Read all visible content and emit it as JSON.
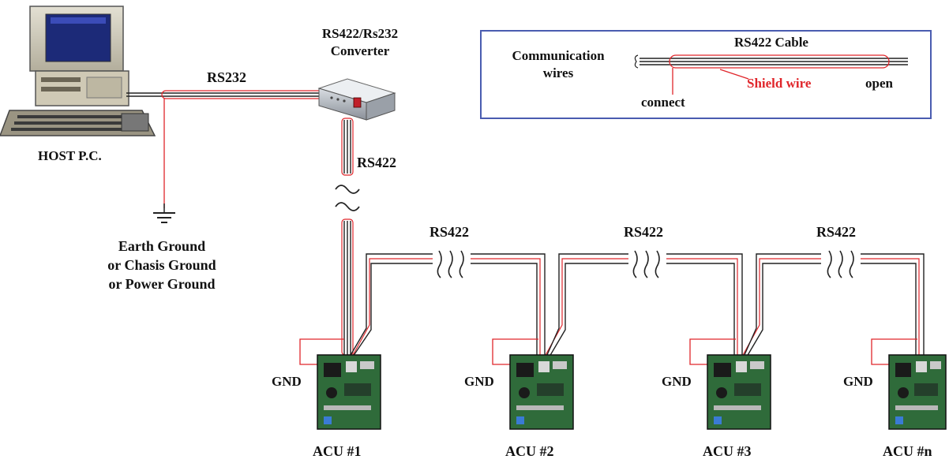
{
  "host": {
    "label": "HOST P.C."
  },
  "converter": {
    "title_line1": "RS422/Rs232",
    "title_line2": "Converter"
  },
  "cables": {
    "rs232": "RS232",
    "rs422_main": "RS422",
    "rs422_links": [
      "RS422",
      "RS422",
      "RS422"
    ]
  },
  "ground": {
    "line1": "Earth Ground",
    "line2": "or Chasis Ground",
    "line3": "or Power Ground"
  },
  "legend": {
    "title": "RS422 Cable",
    "comm_line1": "Communication",
    "comm_line2": "wires",
    "shield": "Shield wire",
    "open": "open",
    "connect": "connect"
  },
  "acus": [
    {
      "gnd": "GND",
      "label": "ACU #1"
    },
    {
      "gnd": "GND",
      "label": "ACU #2"
    },
    {
      "gnd": "GND",
      "label": "ACU #3"
    },
    {
      "gnd": "GND",
      "label": "ACU #n"
    }
  ],
  "colors": {
    "shield": "#e0262b",
    "wire": "#1a1a1a",
    "board": "#2f6b3a",
    "legend_border": "#4a5cb0"
  }
}
